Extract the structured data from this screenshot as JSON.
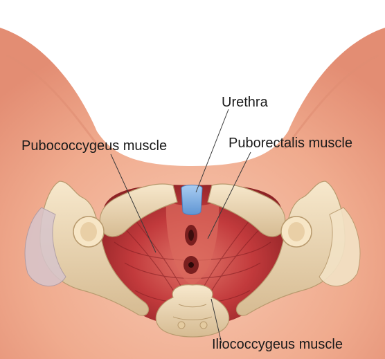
{
  "labels": {
    "urethra": "Urethra",
    "pubococcygeus": "Pubococcygeus muscle",
    "puborectalis": "Puborectalis muscle",
    "iliococcygeus": "Iliococcygeus muscle"
  },
  "colors": {
    "skin": "#f3b59b",
    "skin_shadow": "#e89a80",
    "bone": "#f0dcb8",
    "bone_shadow": "#c9ad84",
    "muscle": "#c23a3c",
    "muscle_dark": "#8e2225",
    "muscle_light": "#e07064",
    "urethra": "#7fb2e6",
    "leader_line": "#3a3a3a"
  }
}
